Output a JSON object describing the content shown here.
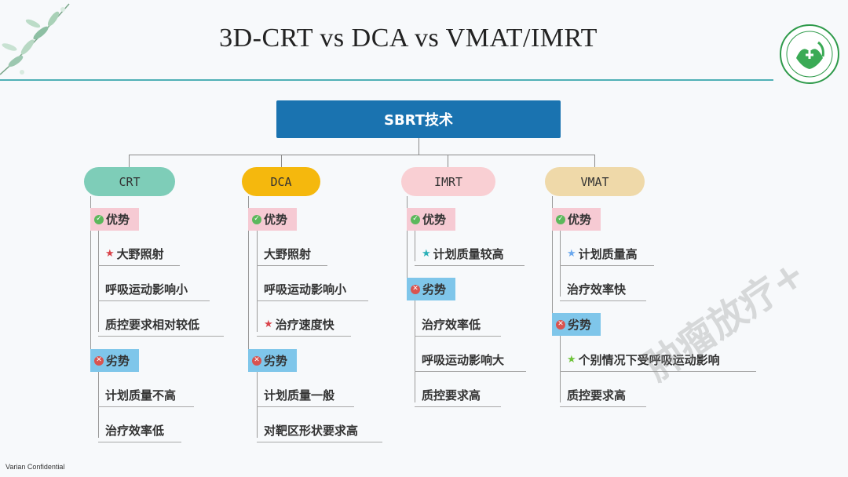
{
  "title": "3D-CRT vs DCA vs VMAT/IMRT",
  "root": "SBRT技术",
  "footer": "Varian Confidential",
  "watermark": "肿瘤放疗+",
  "colors": {
    "root": "#1a73b0",
    "rule": "#4fb0b6",
    "crt": "#7ecdb8",
    "dca": "#f5b80d",
    "imrt": "#f9cfd3",
    "vmat": "#efd9a9",
    "pros_badge": "#f6cad3",
    "cons_badge": "#7fc6ea",
    "star_red": "#d9434a",
    "star_cyan": "#2ab0b8",
    "star_blue": "#6aa8ee",
    "star_green": "#6ec33a"
  },
  "icons": {
    "pros": "check-circle-icon",
    "cons": "cross-circle-icon",
    "highlight": "star-icon"
  },
  "columns": [
    {
      "label": "CRT",
      "pros_label": "优势",
      "pros": [
        {
          "text": "大野照射",
          "star": "red"
        },
        {
          "text": "呼吸运动影响小",
          "star": ""
        },
        {
          "text": "质控要求相对较低",
          "star": ""
        }
      ],
      "cons_label": "劣势",
      "cons": [
        {
          "text": "计划质量不高",
          "star": ""
        },
        {
          "text": "治疗效率低",
          "star": ""
        }
      ]
    },
    {
      "label": "DCA",
      "pros_label": "优势",
      "pros": [
        {
          "text": "大野照射",
          "star": ""
        },
        {
          "text": "呼吸运动影响小",
          "star": ""
        },
        {
          "text": "治疗速度快",
          "star": "red"
        }
      ],
      "cons_label": "劣势",
      "cons": [
        {
          "text": "计划质量一般",
          "star": ""
        },
        {
          "text": "对靶区形状要求高",
          "star": ""
        }
      ]
    },
    {
      "label": "IMRT",
      "pros_label": "优势",
      "pros": [
        {
          "text": "计划质量较高",
          "star": "cyan"
        }
      ],
      "cons_label": "劣势",
      "cons": [
        {
          "text": "治疗效率低",
          "star": ""
        },
        {
          "text": "呼吸运动影响大",
          "star": ""
        },
        {
          "text": "质控要求高",
          "star": ""
        }
      ]
    },
    {
      "label": "VMAT",
      "pros_label": "优势",
      "pros": [
        {
          "text": "计划质量高",
          "star": "blue"
        },
        {
          "text": "治疗效率快",
          "star": ""
        }
      ],
      "cons_label": "劣势",
      "cons": [
        {
          "text": "个别情况下受呼吸运动影响",
          "star": "green"
        },
        {
          "text": "质控要求高",
          "star": ""
        }
      ]
    }
  ]
}
